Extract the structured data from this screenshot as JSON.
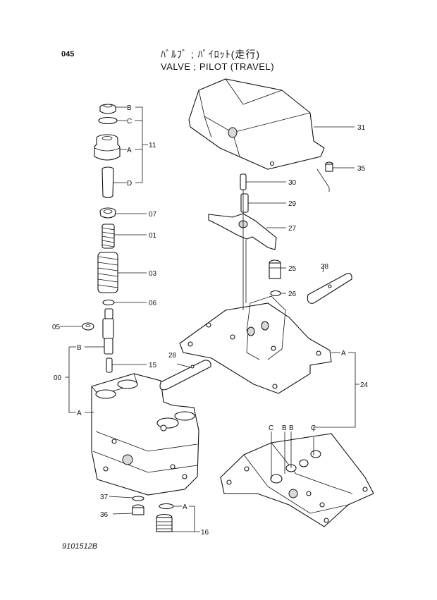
{
  "header": {
    "page_number": "045",
    "title_jp": "ﾊﾞﾙﾌﾞ ; ﾊﾟｲﾛｯﾄ(走行)",
    "title_en": "VALVE ; PILOT (TRAVEL)"
  },
  "footer": {
    "drawing_code": "9101512B"
  },
  "callouts": {
    "part_11": "11",
    "part_07": "07",
    "part_01": "01",
    "part_03": "03",
    "part_06": "06",
    "part_05": "05",
    "part_15": "15",
    "part_00": "00",
    "part_31": "31",
    "part_35": "35",
    "part_30": "30",
    "part_29": "29",
    "part_27": "27",
    "part_25": "25",
    "part_26": "26",
    "part_28_right": "28",
    "part_28_left": "28",
    "part_24": "24",
    "part_37": "37",
    "part_36": "36",
    "part_16": "16"
  },
  "letter_refs": {
    "b_top": "B",
    "c_top": "C",
    "a_top": "A",
    "d_top": "D",
    "b_left": "B",
    "a_left": "A",
    "a_right": "A",
    "a_bottom": "A",
    "c1": "C",
    "b1": "B",
    "b2": "B",
    "c2": "C"
  }
}
